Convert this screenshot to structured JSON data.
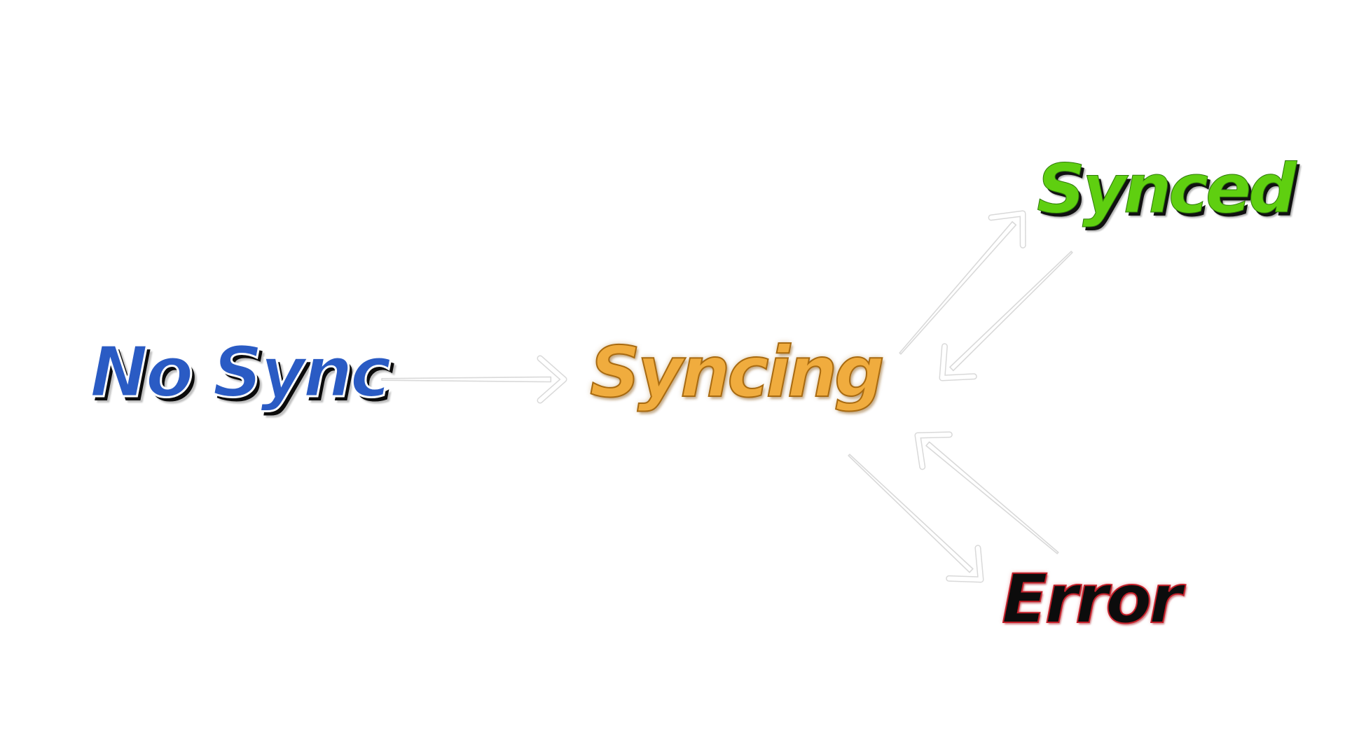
{
  "states": {
    "no_sync": {
      "label": "No Sync",
      "color": "#2a5bc4"
    },
    "syncing": {
      "label": "Syncing",
      "color": "#f0ac3e"
    },
    "synced": {
      "label": "Synced",
      "color": "#5fcf10"
    },
    "error": {
      "label": "Error",
      "color": "#c4202a"
    }
  },
  "transitions": [
    {
      "from": "no_sync",
      "to": "syncing"
    },
    {
      "from": "syncing",
      "to": "synced"
    },
    {
      "from": "synced",
      "to": "syncing"
    },
    {
      "from": "syncing",
      "to": "error"
    },
    {
      "from": "error",
      "to": "syncing"
    }
  ],
  "arrow_color": "#d9d9d9"
}
